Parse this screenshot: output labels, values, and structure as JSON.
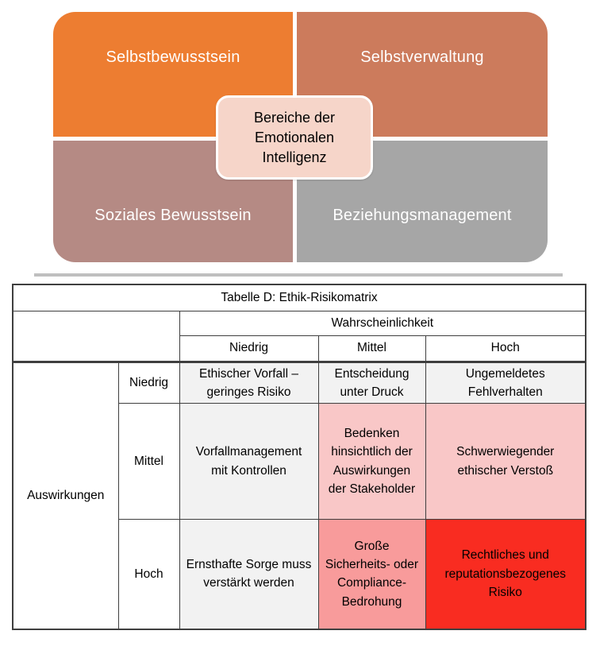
{
  "diagram": {
    "quadrants": [
      {
        "label": "Selbstbewusstsein",
        "color": "#ED7D31"
      },
      {
        "label": "Selbstverwaltung",
        "color": "#CC7B5C"
      },
      {
        "label": "Soziales Bewusstsein",
        "color": "#B58A84"
      },
      {
        "label": "Beziehungsmanagement",
        "color": "#A6A6A6"
      }
    ],
    "center": {
      "label": "Bereiche der Emotionalen Intelligenz",
      "bg": "#F6D5C9"
    }
  },
  "divider_color": "#BFBFBF",
  "table": {
    "title": "Tabelle D: Ethik-Risikomatrix",
    "columns_group_label": "Wahrscheinlichkeit",
    "rows_group_label": "Auswirkungen",
    "column_headers": [
      "Niedrig",
      "Mittel",
      "Hoch"
    ],
    "rows": [
      {
        "header": "Niedrig",
        "cells": [
          {
            "text": "Ethischer Vorfall – geringes Risiko",
            "bg": "#F2F2F2"
          },
          {
            "text": "Entscheidung unter Druck",
            "bg": "#F2F2F2"
          },
          {
            "text": "Ungemeldetes Fehlverhalten",
            "bg": "#F2F2F2"
          }
        ]
      },
      {
        "header": "Mittel",
        "cells": [
          {
            "text": "Vorfallmanagement mit Kontrollen",
            "bg": "#F2F2F2"
          },
          {
            "text": "Bedenken hinsichtlich der Auswirkungen der Stakeholder",
            "bg": "#F9C7C7"
          },
          {
            "text": "Schwerwiegender ethischer Verstoß",
            "bg": "#F9C7C7"
          }
        ]
      },
      {
        "header": "Hoch",
        "cells": [
          {
            "text": "Ernsthafte Sorge muss verstärkt werden",
            "bg": "#F2F2F2"
          },
          {
            "text": "Große Sicherheits- oder Compliance-Bedrohung",
            "bg": "#F89B9B"
          },
          {
            "text": "Rechtliches und reputationsbezogenes Risiko",
            "bg": "#F92C21"
          }
        ]
      }
    ]
  }
}
